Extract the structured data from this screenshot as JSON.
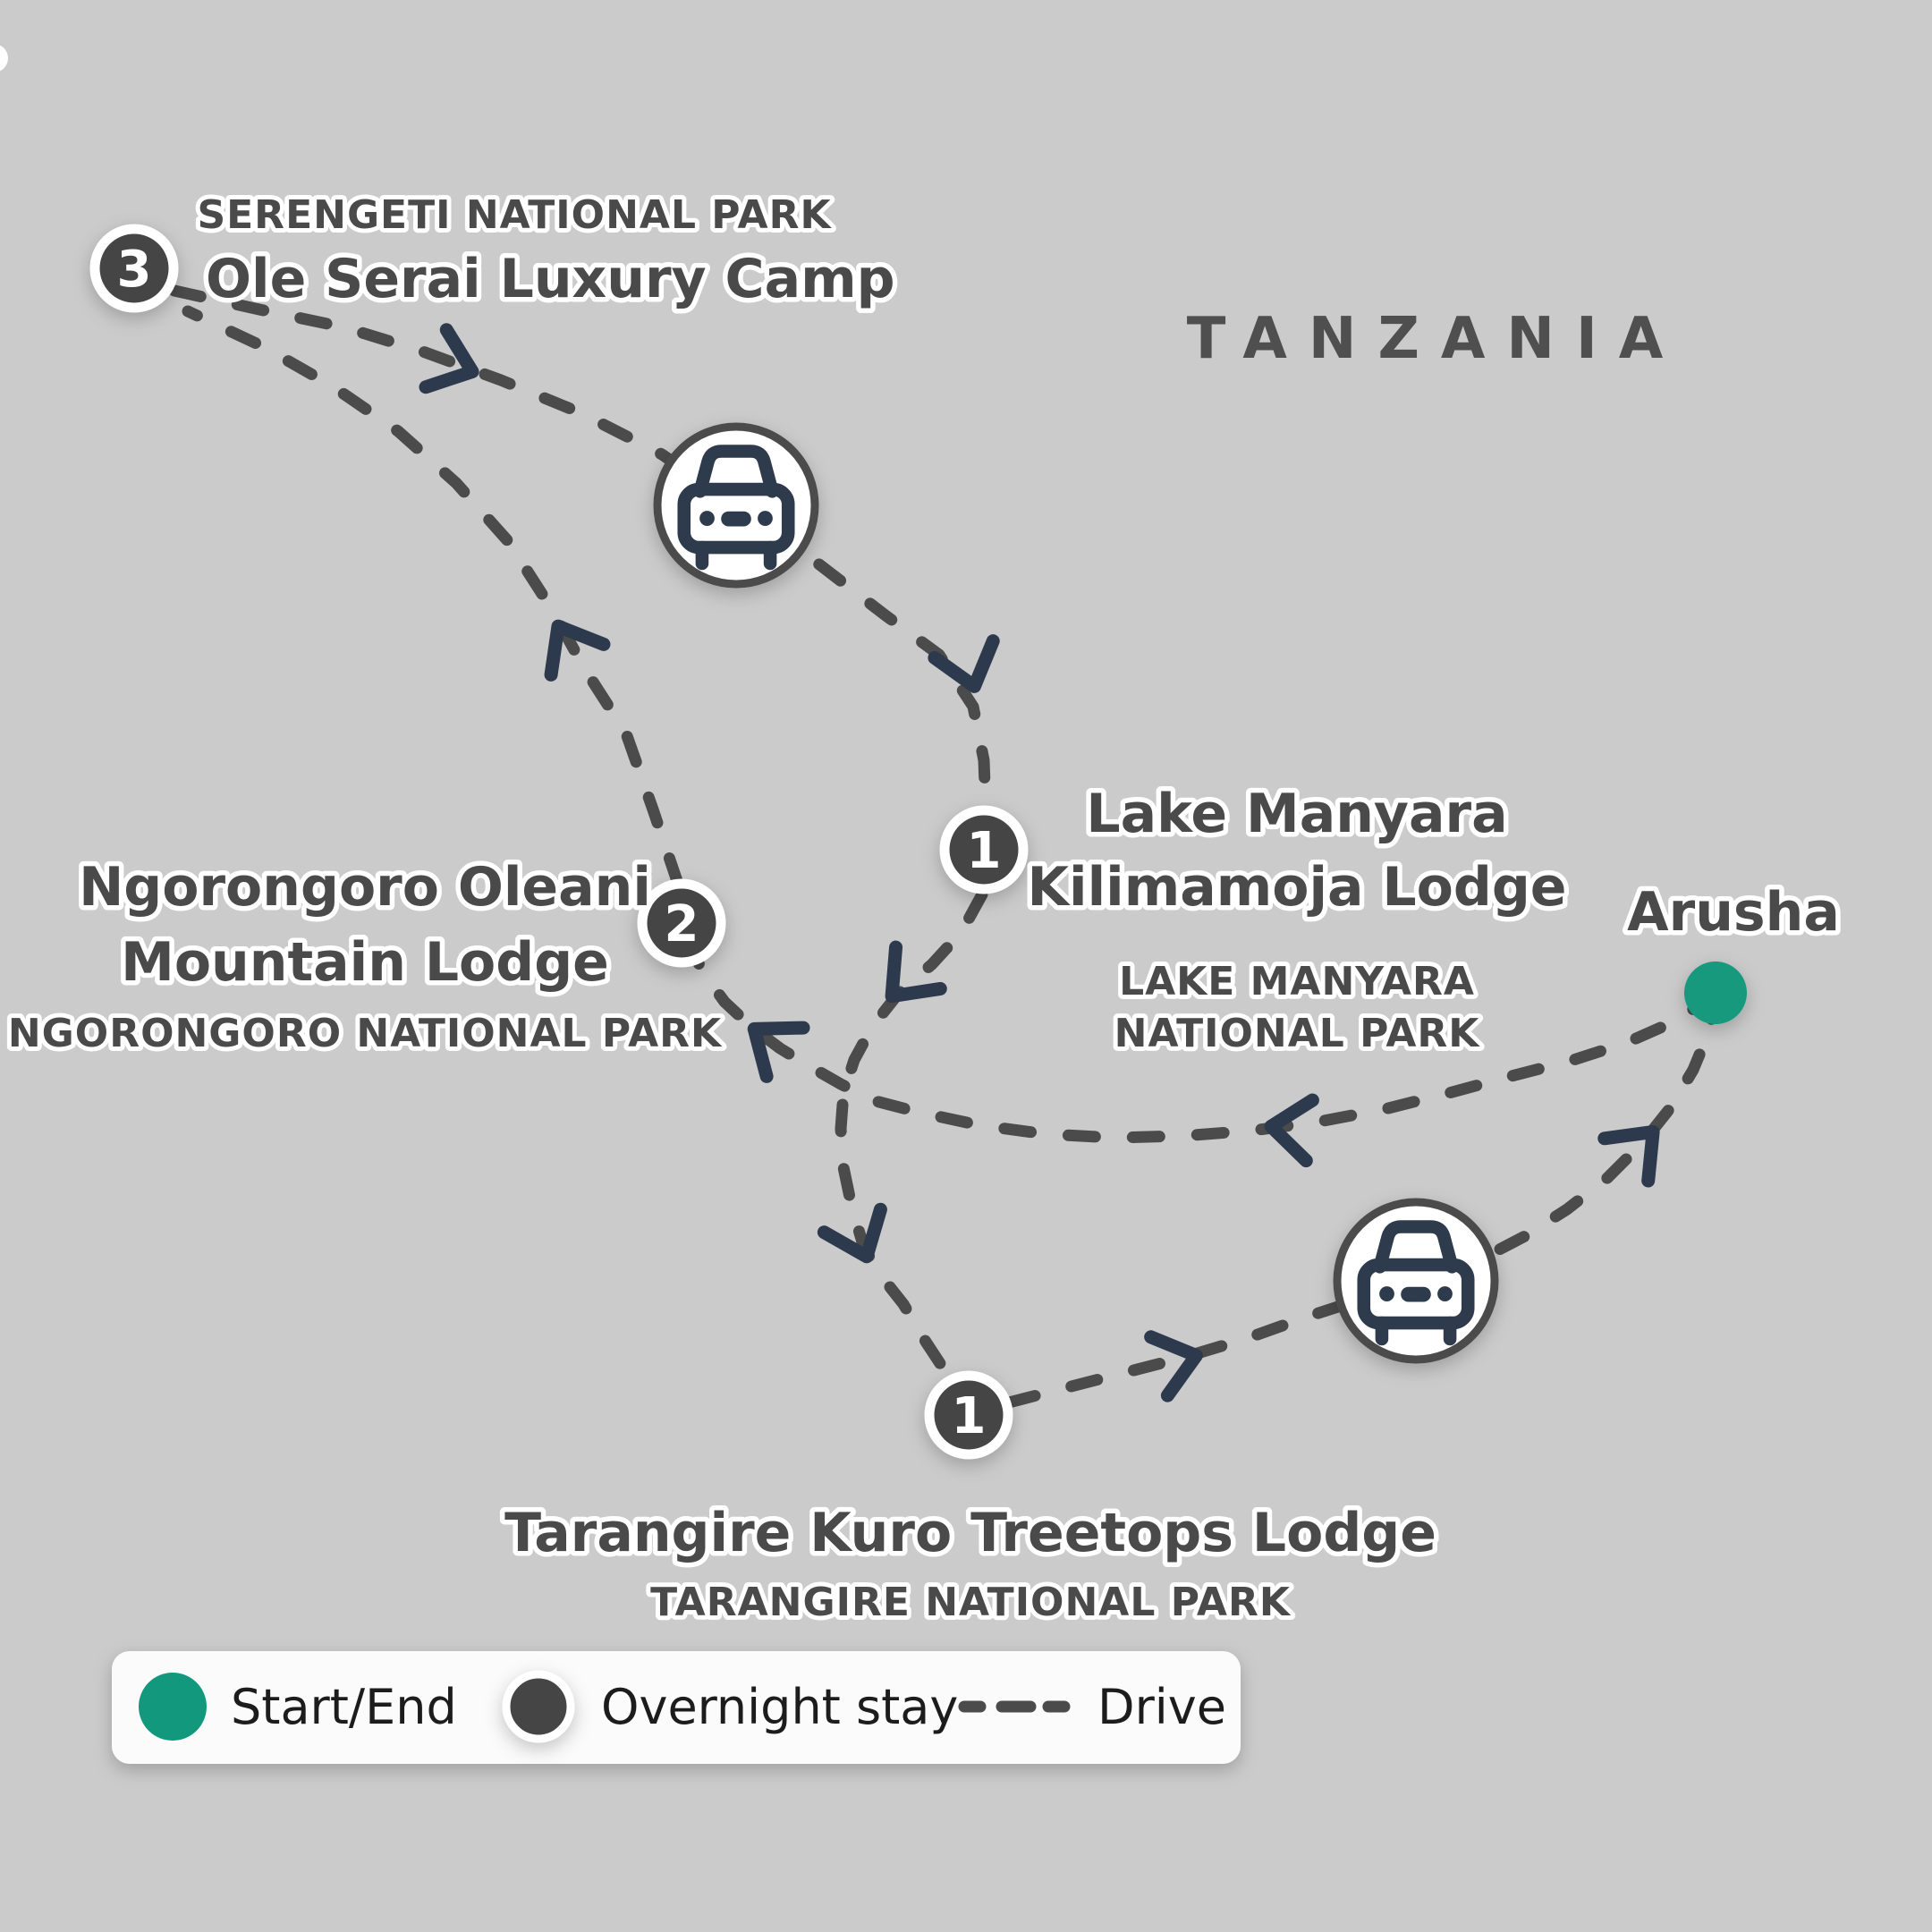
{
  "country_label": "TANZANIA",
  "stops": {
    "serengeti": {
      "nights": "3",
      "name": "Ole Serai Luxury Camp",
      "park": "SERENGETI NATIONAL PARK"
    },
    "lake_manyara": {
      "nights": "1",
      "name_line1": "Lake Manyara",
      "name_line2": "Kilimamoja Lodge",
      "park_line1": "LAKE MANYARA",
      "park_line2": "NATIONAL PARK"
    },
    "ngorongoro": {
      "nights": "2",
      "name_line1": "Ngorongoro Oleani",
      "name_line2": "Mountain Lodge",
      "park": "NGORONGORO NATIONAL PARK"
    },
    "tarangire": {
      "nights": "1",
      "name": "Tarangire Kuro Treetops Lodge",
      "park": "TARANGIRE NATIONAL PARK"
    }
  },
  "start_point": {
    "label": "Arusha"
  },
  "legend": {
    "start_end": "Start/End",
    "overnight": "Overnight stay",
    "drive": "Drive"
  },
  "colors": {
    "background": "#cbcbcb",
    "route": "#4b4b4b",
    "arrow": "#2d3a4d",
    "stop": "#454545",
    "start": "#12997d",
    "label": "#4a4a4a",
    "country": "#4f4f4f",
    "legendtext": "#1c1c1c"
  }
}
